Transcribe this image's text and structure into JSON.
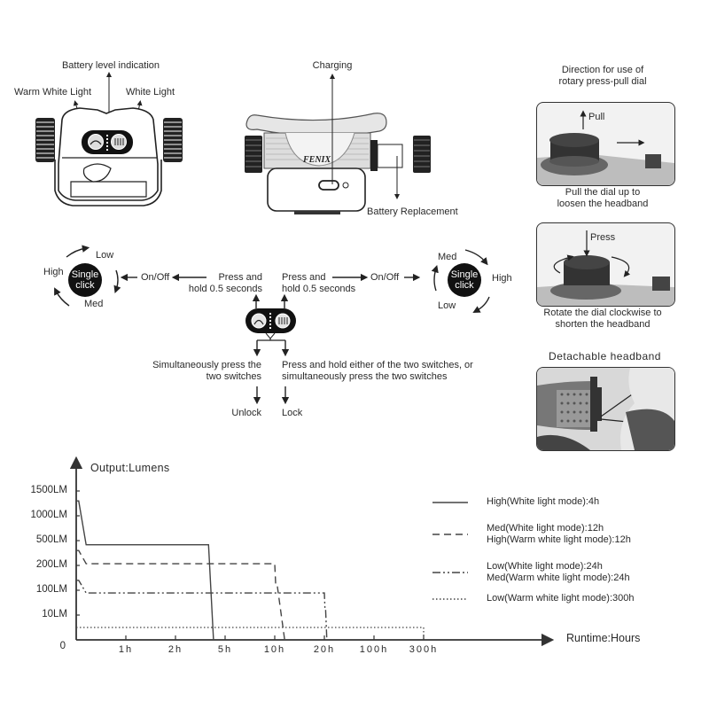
{
  "front_view": {
    "battery_label": "Battery level indication",
    "warm_label": "Warm White Light",
    "white_label": "White Light"
  },
  "side_view": {
    "charging_label": "Charging",
    "battery_replacement_label": "Battery Replacement",
    "brand": "FENIX"
  },
  "dial": {
    "title_line1": "Direction for use of",
    "title_line2": "rotary press-pull dial",
    "pull_label": "Pull",
    "pull_caption_line1": "Pull the dial up to",
    "pull_caption_line2": "loosen the headband",
    "press_label": "Press",
    "press_caption_line1": "Rotate the dial clockwise to",
    "press_caption_line2": "shorten the headband",
    "detach_title": "Detachable headband"
  },
  "operation": {
    "left_cycle": {
      "center": "Single click",
      "top": "Low",
      "left": "High",
      "bottom": "Med"
    },
    "right_cycle": {
      "center": "Single click",
      "top": "Med",
      "right": "High",
      "bottom": "Low"
    },
    "left_onoff": "On/Off",
    "right_onoff": "On/Off",
    "left_press_line1": "Press and",
    "left_press_line2": "hold 0.5 seconds",
    "right_press_line1": "Press and",
    "right_press_line2": "hold 0.5 seconds",
    "unlock_desc_line1": "Simultaneously press the",
    "unlock_desc_line2": "two switches",
    "lock_desc_line1": "Press and hold either of the two switches, or",
    "lock_desc_line2": "simultaneously press the two switches",
    "unlock_label": "Unlock",
    "lock_label": "Lock"
  },
  "chart_data": {
    "type": "line",
    "title": "",
    "ylabel": "Output:Lumens",
    "xlabel": "Runtime:Hours",
    "y_ticks": [
      "1500LM",
      "1000LM",
      "500LM",
      "200LM",
      "100LM",
      "10LM",
      "0"
    ],
    "x_ticks": [
      "1h",
      "2h",
      "5h",
      "10h",
      "20h",
      "100h",
      "300h"
    ],
    "axis_scale": "categorical (non-linear)",
    "grid": false,
    "legend_position": "right",
    "series": [
      {
        "name": "High(White light mode):4h",
        "style": "solid",
        "points": [
          [
            0,
            1300
          ],
          [
            0.05,
            1300
          ],
          [
            0.2,
            450
          ],
          [
            4.0,
            450
          ],
          [
            4.3,
            0
          ]
        ]
      },
      {
        "name": "Med(White light mode):12h / High(Warm white light mode):12h",
        "legend_lines": [
          "Med(White light mode):12h",
          "High(Warm white light mode):12h"
        ],
        "style": "dashed",
        "points": [
          [
            0,
            380
          ],
          [
            0.05,
            380
          ],
          [
            0.2,
            220
          ],
          [
            10,
            220
          ],
          [
            10.2,
            120
          ],
          [
            10.5,
            120
          ],
          [
            12,
            0
          ]
        ]
      },
      {
        "name": "Low(White light mode):24h / Med(Warm white light mode):24h",
        "legend_lines": [
          "Low(White light mode):24h",
          "Med(Warm white light mode):24h"
        ],
        "style": "dash-dot",
        "points": [
          [
            0,
            140
          ],
          [
            0.05,
            140
          ],
          [
            0.2,
            90
          ],
          [
            20,
            90
          ],
          [
            21,
            30
          ],
          [
            22,
            30
          ],
          [
            24,
            0
          ]
        ]
      },
      {
        "name": "Low(Warm white light mode):300h",
        "style": "dotted",
        "points": [
          [
            0,
            5
          ],
          [
            300,
            5
          ],
          [
            300,
            0
          ]
        ]
      }
    ]
  }
}
